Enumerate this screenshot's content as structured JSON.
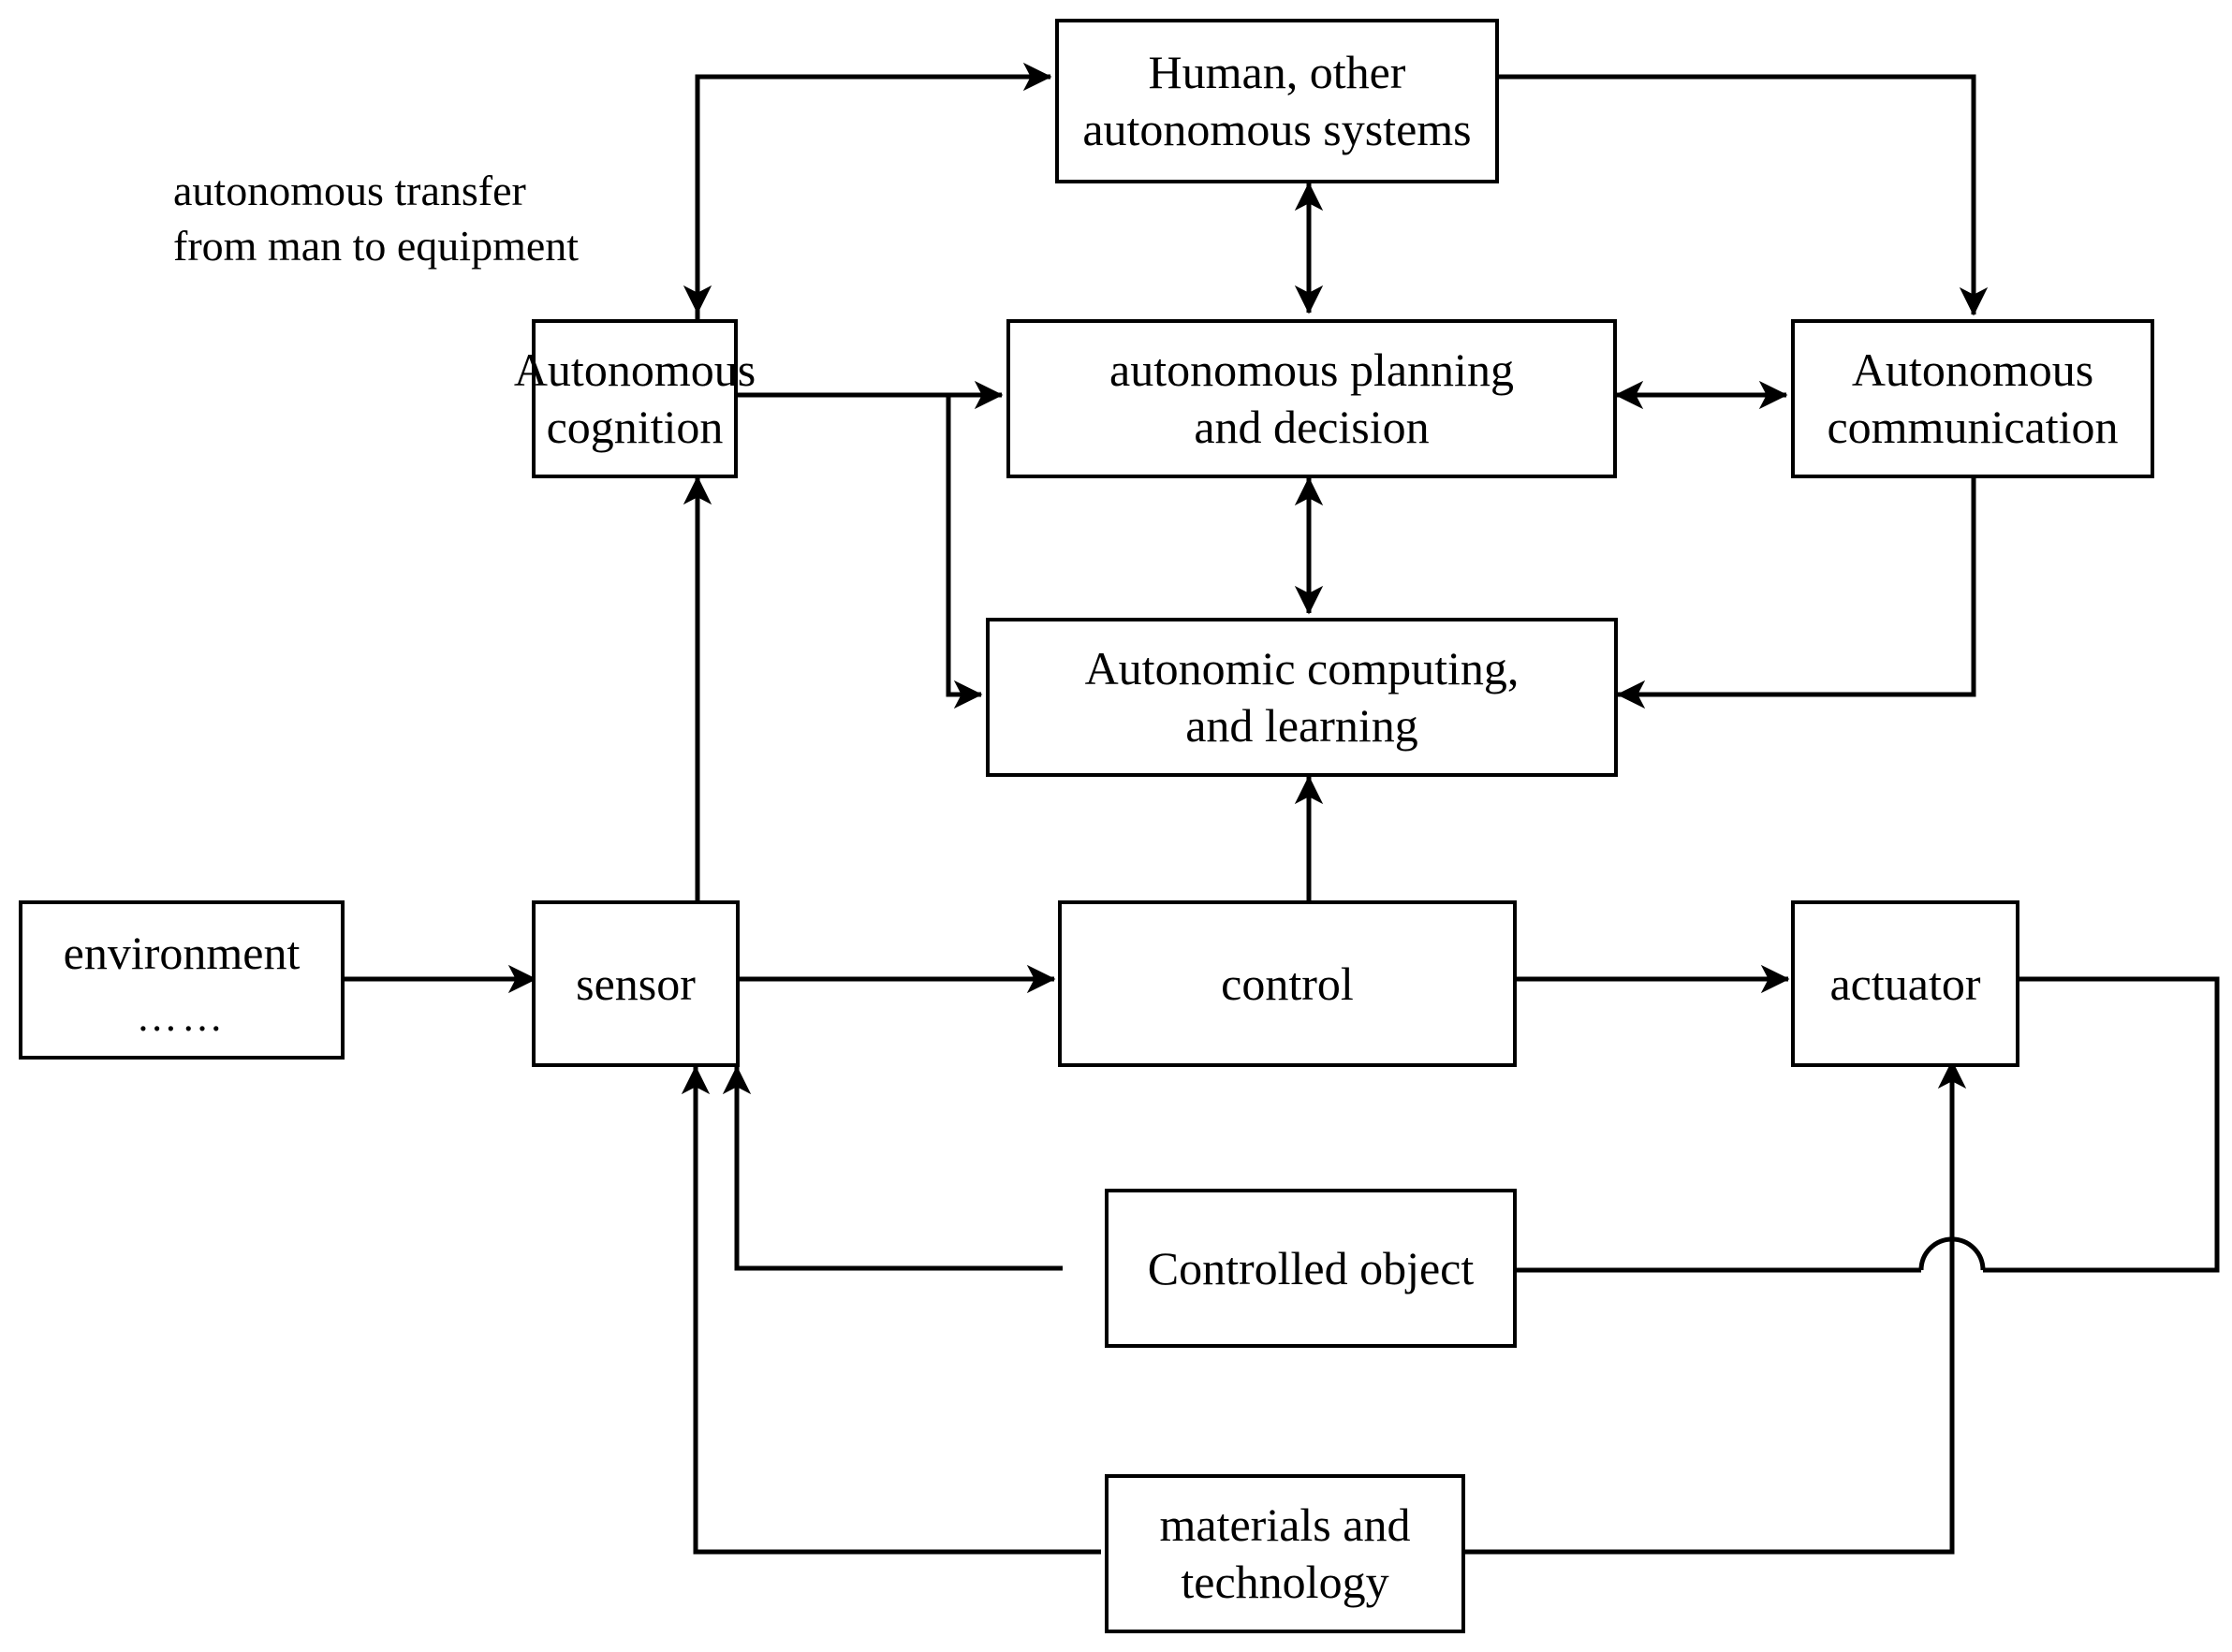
{
  "diagram": {
    "title_caption": {
      "line1": "autonomous transfer",
      "line2": "from man to equipment"
    },
    "nodes": {
      "human": {
        "line1": "Human, other",
        "line2": "autonomous systems"
      },
      "cognition": {
        "line1": "Autonomous",
        "line2": "cognition"
      },
      "planning": {
        "line1": "autonomous planning",
        "line2": "and decision"
      },
      "communication": {
        "line1": "Autonomous",
        "line2": "communication"
      },
      "computing": {
        "line1": "Autonomic computing,",
        "line2": "and learning"
      },
      "environment": {
        "line1": "environment",
        "line2": "……"
      },
      "sensor": {
        "line1": "sensor",
        "line2": ""
      },
      "control": {
        "line1": "control",
        "line2": ""
      },
      "actuator": {
        "line1": "actuator",
        "line2": ""
      },
      "controlled_object": {
        "line1": "Controlled object",
        "line2": ""
      },
      "materials": {
        "line1": "materials and",
        "line2": "technology"
      }
    },
    "colors": {
      "stroke": "#000000",
      "fill": "#ffffff",
      "text": "#000000"
    }
  }
}
